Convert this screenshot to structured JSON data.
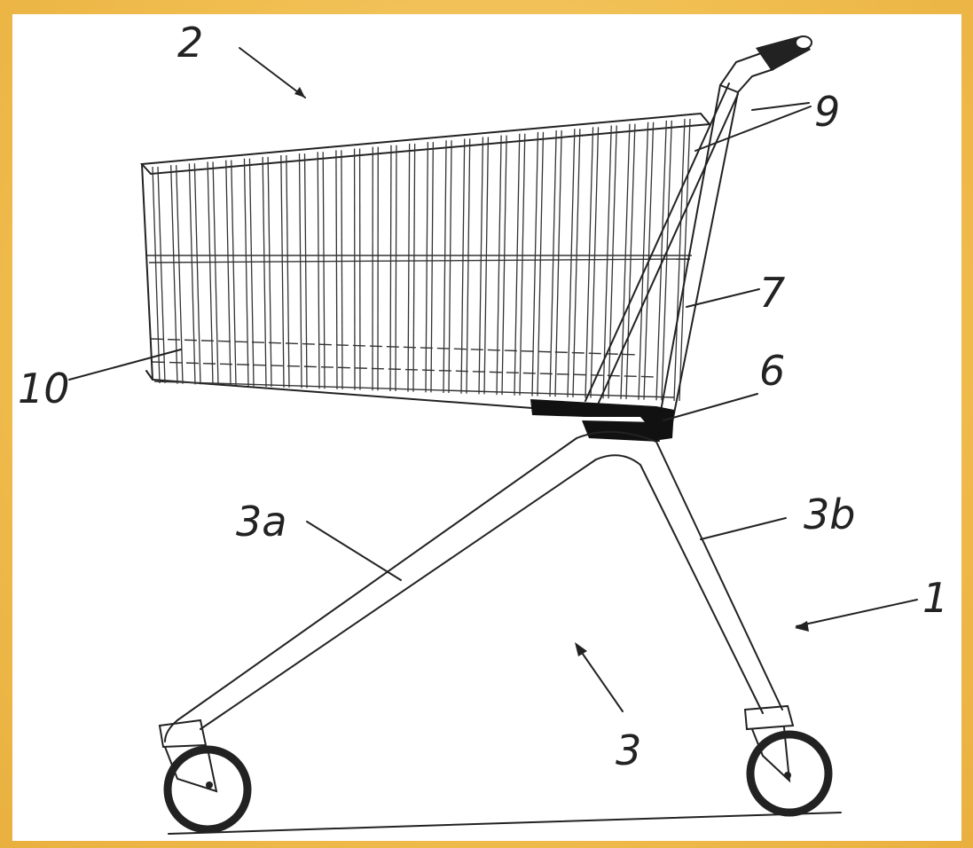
{
  "figure": {
    "labels": {
      "l2": "2",
      "l9": "9",
      "l7": "7",
      "l10": "10",
      "l6": "6",
      "l3a": "3a",
      "l3b": "3b",
      "l1": "1",
      "l3": "3"
    }
  }
}
